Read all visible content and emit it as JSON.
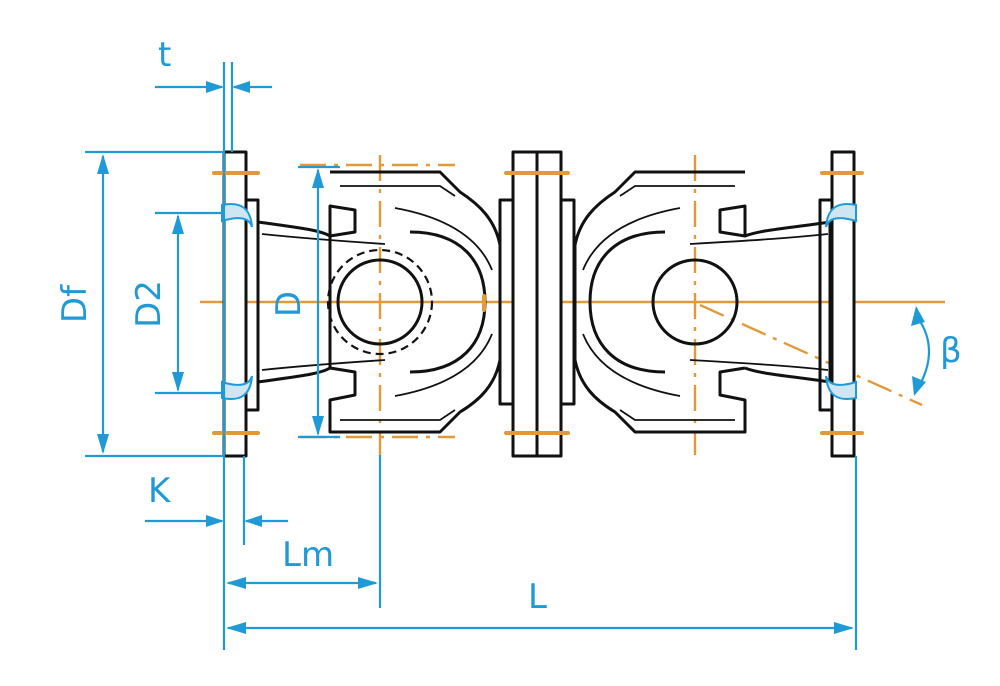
{
  "labels": {
    "t": "t",
    "Df": "Df",
    "D2": "D2",
    "D": "D",
    "K": "K",
    "Lm": "Lm",
    "L": "L",
    "beta": "β"
  },
  "colors": {
    "dimension": "#1f9ad6",
    "centerline": "#e09a3c",
    "outline": "#111111",
    "background": "#ffffff"
  }
}
